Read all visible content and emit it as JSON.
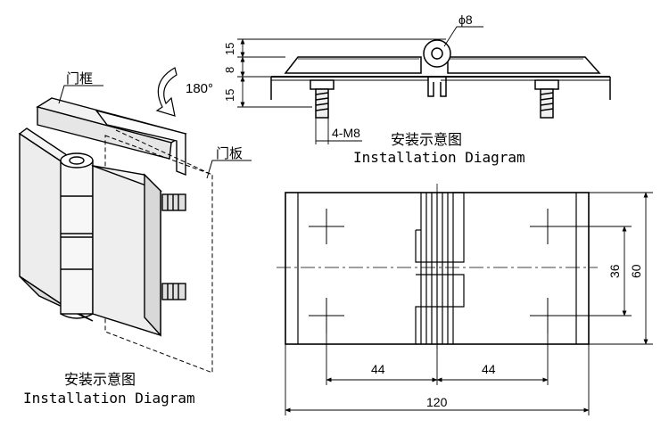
{
  "labels": {
    "door_frame": "门框",
    "door_panel": "门板",
    "rotation": "180°",
    "diameter": "ϕ8",
    "dim_15_top": "15",
    "dim_8": "8",
    "dim_15_bottom": "15",
    "bolts": "4-M8",
    "dim_36": "36",
    "dim_60": "60",
    "dim_44_left": "44",
    "dim_44_right": "44",
    "dim_120": "120"
  },
  "captions": {
    "top_cn": "安装示意图",
    "top_en": "Installation Diagram",
    "left_cn": "安装示意图",
    "left_en": "Installation Diagram"
  }
}
